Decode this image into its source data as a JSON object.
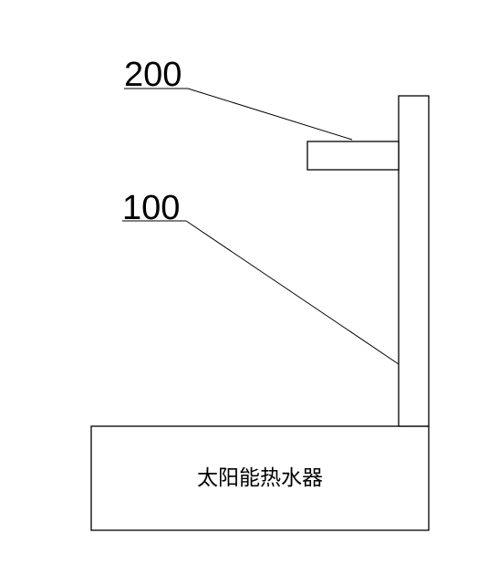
{
  "labels": {
    "part_200": "200",
    "part_100": "100"
  },
  "heater": {
    "label": "太阳能热水器"
  },
  "colors": {
    "stroke": "#000000",
    "background": "#ffffff"
  }
}
